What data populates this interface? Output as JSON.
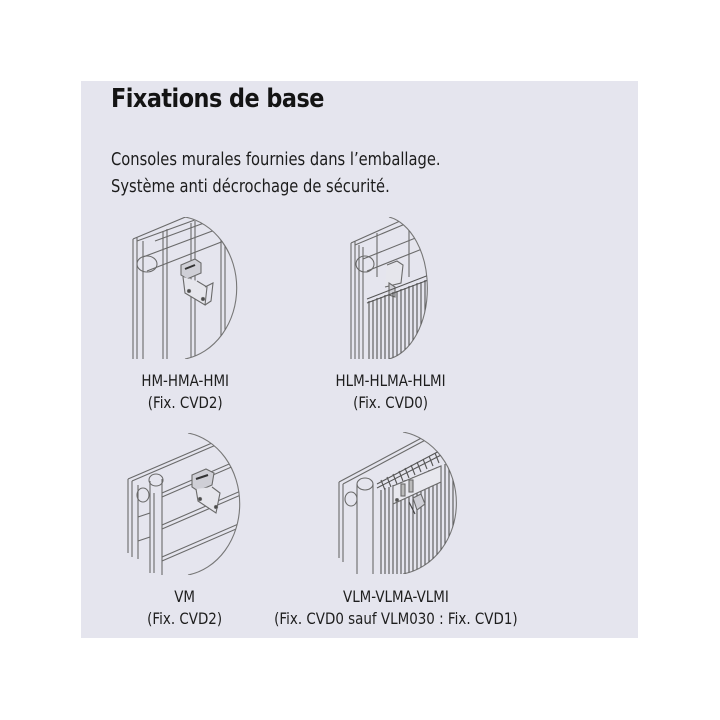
{
  "page": {
    "title": "Fixations de base",
    "description": [
      "Consoles murales fournies dans l’emballage.",
      "Système anti décrochage de sécurité."
    ]
  },
  "figures": [
    {
      "icon": "radiator-bracket-hm-illustration",
      "model": "HM-HMA-HMI",
      "fixation": "(Fix. CVD2)"
    },
    {
      "icon": "radiator-bracket-hlm-illustration",
      "model": "HLM-HLMA-HLMI",
      "fixation": "(Fix. CVD0)"
    },
    {
      "icon": "radiator-bracket-vm-illustration",
      "model": "VM",
      "fixation": "(Fix. CVD2)"
    },
    {
      "icon": "radiator-bracket-vlm-illustration",
      "model": "VLM-VLMA-VLMI",
      "fixation": "(Fix. CVD0 sauf VLM030 : Fix. CVD1)"
    }
  ],
  "colors": {
    "panel_background": "#e5e5ee",
    "text": "#1a1a1a",
    "line_art": "#6a6a6a"
  }
}
